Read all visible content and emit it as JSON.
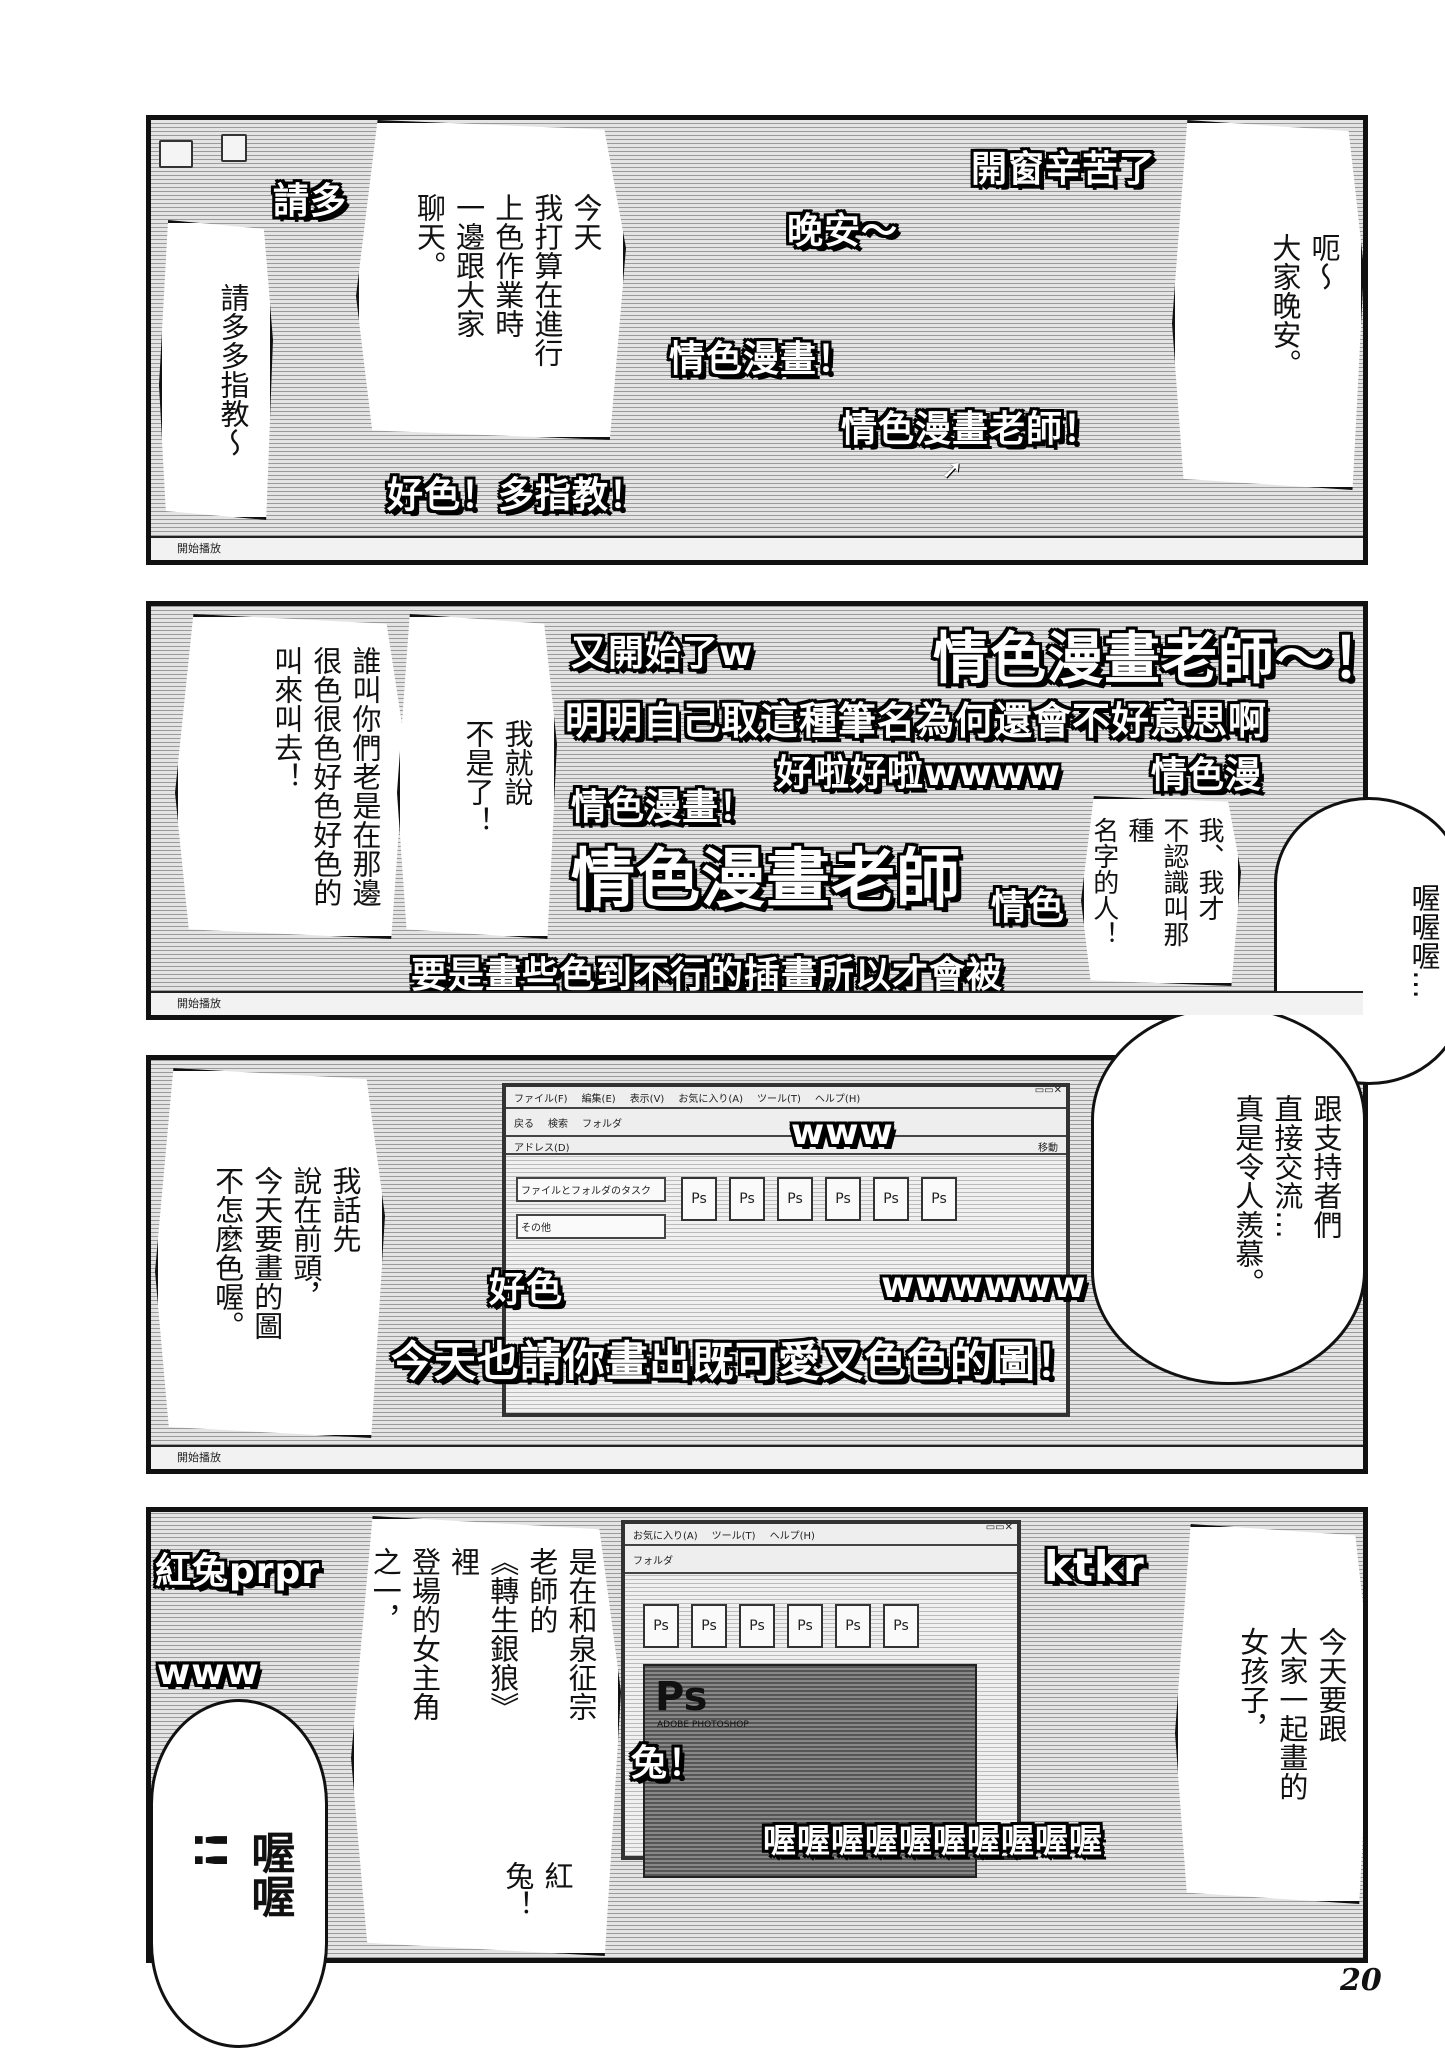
{
  "panel1": {
    "bubbles": {
      "greeting_thanks": "請多多指教～",
      "plan": "今天\n我打算在進行\n上色作業時\n一邊跟大家\n聊天。",
      "hello": "呃～\n大家晚安。"
    },
    "comments": [
      "開窗辛苦了",
      "晚安～",
      "情色漫畫！",
      "情色漫畫老師！",
      "好色！多指教！",
      "請多"
    ],
    "taskbar": "開始播放"
  },
  "panel2": {
    "bubbles": {
      "complaint": "誰叫你們老是在那邊\n很色很色好色好色的\n叫來叫去！",
      "denial": "我就說\n不是了！",
      "dont_know": "我、我才\n不認識叫那種\n名字的人！",
      "ohoho": "喔喔喔…"
    },
    "comments": [
      "又開始了w",
      "情色漫畫老師～！",
      "明明自己取這種筆名為何還會不好意思啊",
      "好啦好啦wwww",
      "情色漫畫！",
      "情色漫畫老師",
      "要是畫些色到不行的插畫所以才會被",
      "情色漫",
      "情色"
    ],
    "taskbar": "開始播放"
  },
  "panel3": {
    "bubbles": {
      "disclaimer": "我話先\n說在前頭，\n今天要畫的圖\n不怎麼色喔。",
      "envy": "跟支持者們\n直接交流…\n真是令人羨慕。"
    },
    "window": {
      "menu": [
        "ファイル(F)",
        "編集(E)",
        "表示(V)",
        "お気に入り(A)",
        "ツール(T)",
        "ヘルプ(H)"
      ],
      "toolbar": [
        "戻る",
        "検索",
        "フォルダ"
      ],
      "address_label": "アドレス(D)",
      "go_label": "移動",
      "side_tasks": [
        "ファイルとフォルダのタスク",
        "その他"
      ],
      "file_icon_label": "Ps",
      "file_count": 6
    },
    "comments": [
      "www",
      "wwwwww",
      "好色",
      "今天也請你畫出既可愛又色色的圖！"
    ],
    "taskbar": "開始播放"
  },
  "panel4": {
    "bubbles": {
      "intro": "是在和泉征宗老師的\n《轉生銀狼》裡\n登場的女主角之一，",
      "name": "紅兔！",
      "today": "今天要跟\n大家一起畫的\n女孩子，",
      "shout": "喔喔\n!!"
    },
    "window": {
      "menu": [
        "お気に入り(A)",
        "ツール(T)",
        "ヘルプ(H)"
      ],
      "toolbar": [
        "フォルダ"
      ],
      "file_icon_label": "Ps",
      "splash_logo": "Ps",
      "splash_text": "ADOBE PHOTOSHOP"
    },
    "comments": [
      "紅兔prpr",
      "ktkr",
      "www",
      "兔！",
      "喔喔喔喔喔喔喔喔喔喔"
    ]
  },
  "page_number": "20"
}
